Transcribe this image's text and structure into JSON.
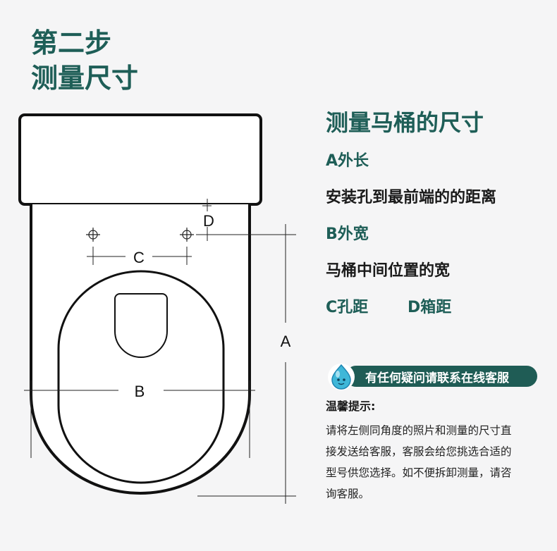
{
  "step": {
    "line1": "第二步",
    "line2": "测量尺寸"
  },
  "diagram": {
    "labels": {
      "a": "A",
      "b": "B",
      "c": "C",
      "d": "D"
    }
  },
  "info": {
    "title": "测量马桶的尺寸",
    "a_label": "A外长",
    "a_desc": "安装孔到最前端的的距离",
    "b_label": "B外宽",
    "b_desc": "马桶中间位置的宽",
    "c_label": "C孔距",
    "d_label": "D箱距"
  },
  "contact": {
    "text": "有任何疑问请联系在线客服"
  },
  "tips": {
    "title": "温馨提示:",
    "lines": [
      "请将左侧同角度的照片和测量的尺寸直",
      "接发送给客服，客服会给您挑选合适的",
      "型号供您选择。如不便拆卸测量，请咨",
      "询客服。"
    ]
  },
  "colors": {
    "brand": "#1e5e57",
    "pill": "#1f5c55",
    "outline": "#111111",
    "background": "#f5f5f6"
  },
  "icons": {
    "contact": "water-drop-face-icon"
  }
}
